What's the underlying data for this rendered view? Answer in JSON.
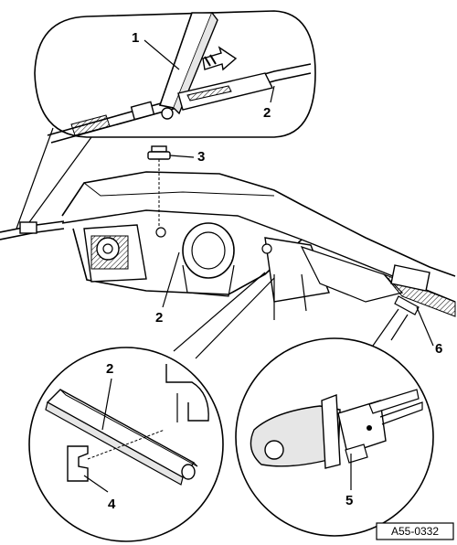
{
  "figure": {
    "reference_code": "A55-0332",
    "callouts": {
      "c1": "1",
      "c2_top": "2",
      "c3": "3",
      "c2_mid": "2",
      "c6": "6",
      "c2_left": "2",
      "c4": "4",
      "c5": "5"
    },
    "parts": {
      "wiper_linkage": "1",
      "cable_rail": "2",
      "rubber_grommet": "3",
      "clip": "4",
      "retainer": "5",
      "bracket": "6"
    },
    "colors": {
      "ink": "#000000",
      "paper": "#ffffff",
      "shade": "#d9d9d9"
    }
  }
}
